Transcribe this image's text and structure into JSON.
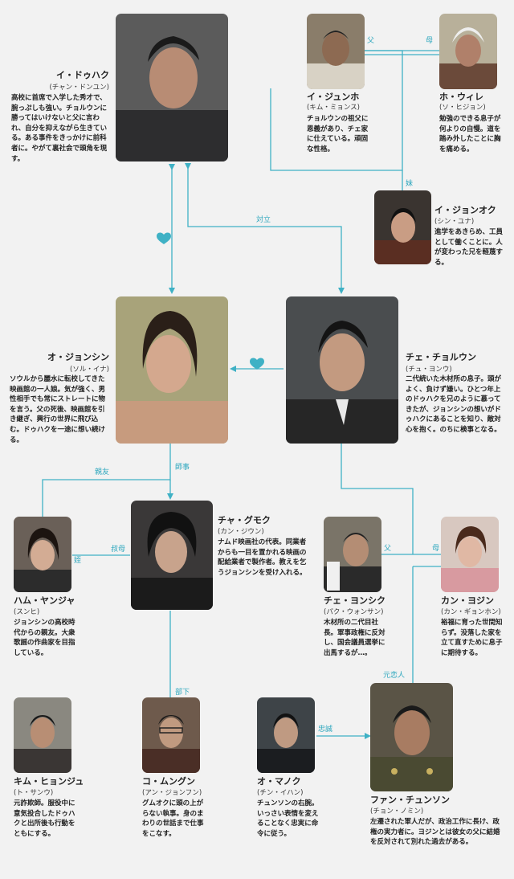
{
  "colors": {
    "accent": "#3fb1c5",
    "background": "#f2f2f2"
  },
  "icons": {
    "love": "heart-icon",
    "arrow": "arrow-icon"
  },
  "characters": {
    "doohak": {
      "name": "イ・ドゥハク",
      "actor": "(チャン・ドンユン)",
      "desc": "高校に首席で入学した秀才で、腕っぷしも強い。チョルウンに勝ってはいけないと父に言われ、自分を抑えながら生きている。ある事件をきっかけに前科者に。やがて裏社会で頭角を現す。"
    },
    "junho": {
      "name": "イ・ジュンホ",
      "actor": "(キム・ミョンス)",
      "desc": "チョルウンの祖父に恩義があり、チェ家に仕えている。頑固な性格。"
    },
    "hwire": {
      "name": "ホ・ウィレ",
      "actor": "(ソ・ヒジョン)",
      "desc": "勉強のできる息子が何よりの自慢。道を踏み外したことに胸を痛める。"
    },
    "jungok": {
      "name": "イ・ジョンオク",
      "actor": "(シン・ユナ)",
      "desc": "進学をあきらめ、工員として働くことに。人が変わった兄を軽蔑する。"
    },
    "jungshin": {
      "name": "オ・ジョンシン",
      "actor": "(ソル・イナ)",
      "desc": "ソウルから麗水に転校してきた映画館の一人娘。気が強く、男性相手でも常にストレートに物を言う。父の死後、映画館を引き継ぎ、興行の世界に飛び込む。ドゥハクを一途に想い続ける。"
    },
    "chulwoong": {
      "name": "チェ・チョルウン",
      "actor": "(チュ・ヨンウ)",
      "desc": "二代続いた木材所の息子。頭がよく、負けず嫌い。ひとつ年上のドゥハクを兄のように慕ってきたが、ジョンシンの想いがドゥハクにあることを知り、敵対心を抱く。のちに検事となる。"
    },
    "youngja": {
      "name": "ハム・ヤンジャ",
      "actor": "(スンヒ)",
      "desc": "ジョンシンの高校時代からの親友。大衆歌謡の作曲家を目指している。"
    },
    "gumok": {
      "name": "チャ・グモク",
      "actor": "(カン・ジウン)",
      "desc": "ナムド映画社の代表。同業者からも一目を置かれる映画の配給業者で製作者。教えを乞うジョンシンを受け入れる。"
    },
    "youngsik": {
      "name": "チェ・ヨンシク",
      "actor": "(パク・ウォンサン)",
      "desc": "木材所の二代目社長。軍事政権に反対し、国会議員選挙に出馬するが…。"
    },
    "yujin": {
      "name": "カン・ヨジン",
      "actor": "(カン・ギョンホン)",
      "desc": "裕福に育った世間知らず。没落した家を立て直すために息子に期待する。"
    },
    "hyunju": {
      "name": "キム・ヒョンジュ",
      "actor": "(ト・サンウ)",
      "desc": "元詐欺師。服役中に意気投合したドゥハクと出所後も行動をともにする。"
    },
    "mungun": {
      "name": "コ・ムングン",
      "actor": "(アン・ジョンフン)",
      "desc": "グムオクに頭の上がらない執事。身のまわりの世話まで仕事をこなす。"
    },
    "manok": {
      "name": "オ・マノク",
      "actor": "(チン・イハン)",
      "desc": "チュンソンの右腕。いっさい表情を変えることなく忠実に命令に従う。"
    },
    "chunson": {
      "name": "ファン・チュンソン",
      "actor": "(チョン・ノミン)",
      "desc": "左遷された軍人だが、政治工作に長け、政権の実力者に。ヨジンとは彼女の父に結婚を反対されて別れた過去がある。"
    }
  },
  "relations": {
    "father": "父",
    "mother": "母",
    "sister": "妹",
    "rival": "対立",
    "best_friend": "親友",
    "apprentice": "師事",
    "aunt": "叔母",
    "niece": "姪",
    "father2": "父",
    "mother2": "母",
    "subordinate": "部下",
    "ex_lover": "元恋人",
    "loyalty": "忠誠"
  }
}
